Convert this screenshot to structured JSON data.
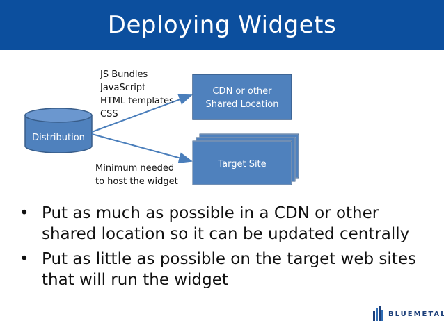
{
  "title": "Deploying Widgets",
  "diagram": {
    "source_node": "Distribution",
    "cdn_node": [
      "CDN or other",
      "Shared Location"
    ],
    "target_node": "Target Site",
    "upper_edge_label": [
      "JS Bundles",
      "JavaScript",
      "HTML templates",
      "CSS"
    ],
    "lower_edge_label": [
      "Minimum needed",
      "to host the widget"
    ]
  },
  "bullets": [
    "Put as much as possible in a CDN or other shared location so it can be updated centrally",
    "Put as little as possible on the target web sites that will run the widget"
  ],
  "logo": {
    "text": "BLUEMETAL"
  },
  "colors": {
    "title_bar": "#0c4f9e",
    "node_fill": "#4f81bd",
    "node_stroke": "#385d8a",
    "arrow": "#4a7ebb"
  }
}
